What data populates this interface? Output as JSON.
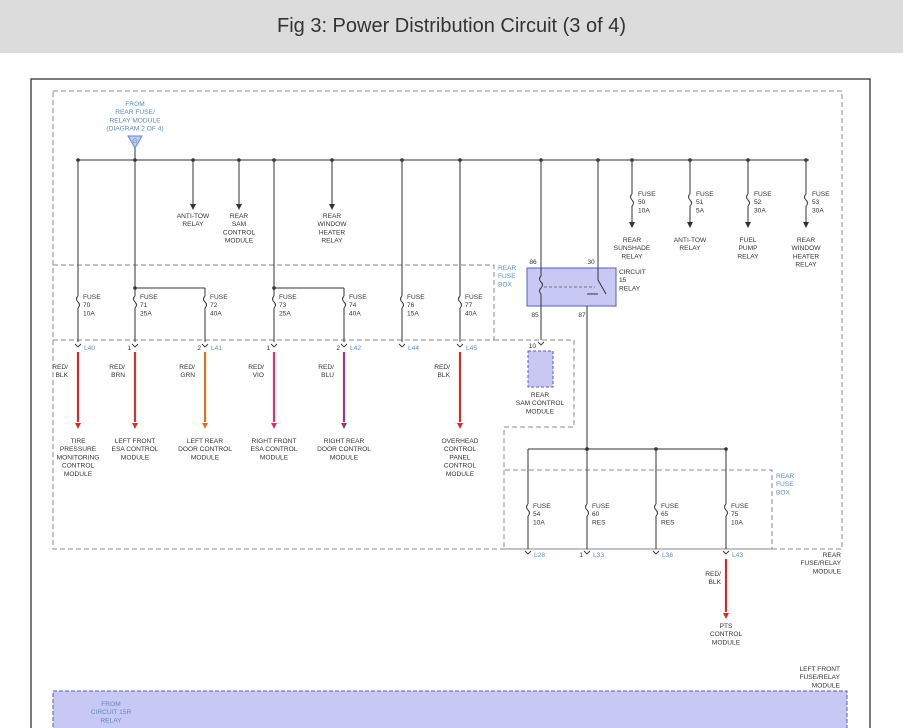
{
  "title": "Fig 3: Power Distribution Circuit (3 of 4)",
  "diagram": {
    "source": [
      "FROM",
      "REAR FUSE/",
      "RELAY MODULE",
      "(DIAGRAM 2 OF 4)"
    ],
    "source_connector": "G",
    "top_loads": [
      [
        "ANTI-TOW",
        "RELAY"
      ],
      [
        "REAR",
        "SAM",
        "CONTROL",
        "MODULE"
      ],
      [
        "REAR",
        "WINDOW",
        "HEATER",
        "RELAY"
      ]
    ],
    "right_fuses": [
      {
        "fuse": [
          "FUSE",
          "50",
          "10A"
        ],
        "load": [
          "REAR",
          "SUNSHADE",
          "RELAY"
        ]
      },
      {
        "fuse": [
          "FUSE",
          "51",
          "5A"
        ],
        "load": [
          "ANTI-TOW",
          "RELAY"
        ]
      },
      {
        "fuse": [
          "FUSE",
          "52",
          "30A"
        ],
        "load": [
          "FUEL",
          "PUMP",
          "RELAY"
        ]
      },
      {
        "fuse": [
          "FUSE",
          "53",
          "30A"
        ],
        "load": [
          "REAR",
          "WINDOW",
          "HEATER",
          "RELAY"
        ]
      }
    ],
    "fuse_box_label": [
      "REAR",
      "FUSE",
      "BOX"
    ],
    "left_fuses": [
      {
        "fuse": [
          "FUSE",
          "70",
          "10A"
        ],
        "pin": "",
        "conn": "L40",
        "wire": [
          "RED/",
          "BLK"
        ],
        "load": [
          "TIRE",
          "PRESSURE",
          "MONITORING",
          "CONTROL",
          "MODULE"
        ],
        "color": "#d42a2a"
      },
      {
        "fuse": [
          "FUSE",
          "71",
          "25A"
        ],
        "pin": "1",
        "conn": "",
        "wire": [
          "RED/",
          "BRN"
        ],
        "load": [
          "LEFT FRONT",
          "ESA CONTROL",
          "MODULE"
        ],
        "color": "#c83a2a"
      },
      {
        "fuse": [
          "FUSE",
          "72",
          "40A"
        ],
        "pin": "2",
        "conn": "L41",
        "wire": [
          "RED/",
          "GRN"
        ],
        "load": [
          "LEFT REAR",
          "DOOR CONTROL",
          "MODULE"
        ],
        "color": "#e0701f"
      },
      {
        "fuse": [
          "FUSE",
          "73",
          "25A"
        ],
        "pin": "1",
        "conn": "",
        "wire": [
          "RED/",
          "VIO"
        ],
        "load": [
          "RIGHT FRONT",
          "ESA CONTROL",
          "MODULE"
        ],
        "color": "#e0306a"
      },
      {
        "fuse": [
          "FUSE",
          "74",
          "40A"
        ],
        "pin": "2",
        "conn": "L42",
        "wire": [
          "RED/",
          "BLU"
        ],
        "load": [
          "RIGHT REAR",
          "DOOR CONTROL",
          "MODULE"
        ],
        "color": "#a0308a"
      },
      {
        "fuse": [
          "FUSE",
          "76",
          "15A"
        ],
        "pin": "",
        "conn": "L44",
        "wire": [
          "",
          ""
        ],
        "load": [],
        "color": "#d42a2a"
      },
      {
        "fuse": [
          "FUSE",
          "77",
          "40A"
        ],
        "pin": "",
        "conn": "L45",
        "wire": [
          "RED/",
          "BLK"
        ],
        "load": [
          "OVERHEAD",
          "CONTROL",
          "PANEL",
          "CONTROL",
          "MODULE"
        ],
        "color": "#d42a2a"
      }
    ],
    "relay": {
      "label": [
        "CIRCUIT",
        "15",
        "RELAY"
      ],
      "pins": [
        "86",
        "30",
        "85",
        "87"
      ]
    },
    "sam_pin": "10",
    "sam_label": [
      "REAR",
      "SAM CONTROL",
      "MODULE"
    ],
    "lower_fuses": [
      {
        "fuse": [
          "FUSE",
          "54",
          "10A"
        ],
        "pin": "",
        "conn": "L28"
      },
      {
        "fuse": [
          "FUSE",
          "60",
          "RES"
        ],
        "pin": "1",
        "conn": "L33"
      },
      {
        "fuse": [
          "FUSE",
          "65",
          "RES"
        ],
        "pin": "",
        "conn": "L36"
      },
      {
        "fuse": [
          "FUSE",
          "75",
          "10A"
        ],
        "pin": "",
        "conn": "L43"
      }
    ],
    "lower_box_label": [
      "REAR",
      "FUSE",
      "BOX"
    ],
    "module_label": [
      "REAR",
      "FUSE/RELAY",
      "MODULE"
    ],
    "pts_wire": [
      "RED/",
      "BLK"
    ],
    "pts_label": [
      "PTS",
      "CONTROL",
      "MODULE"
    ],
    "left_front_module": [
      "LEFT FRONT",
      "FUSE/RELAY",
      "MODULE"
    ],
    "bottom_source": [
      "FROM",
      "CIRCUIT 15R",
      "RELAY"
    ]
  },
  "colors": {
    "wire_red": "#d42a2a",
    "label_blue": "#5b8bc4",
    "relay_fill": "#c8c8f4",
    "header_bg": "#dcdcdc"
  }
}
